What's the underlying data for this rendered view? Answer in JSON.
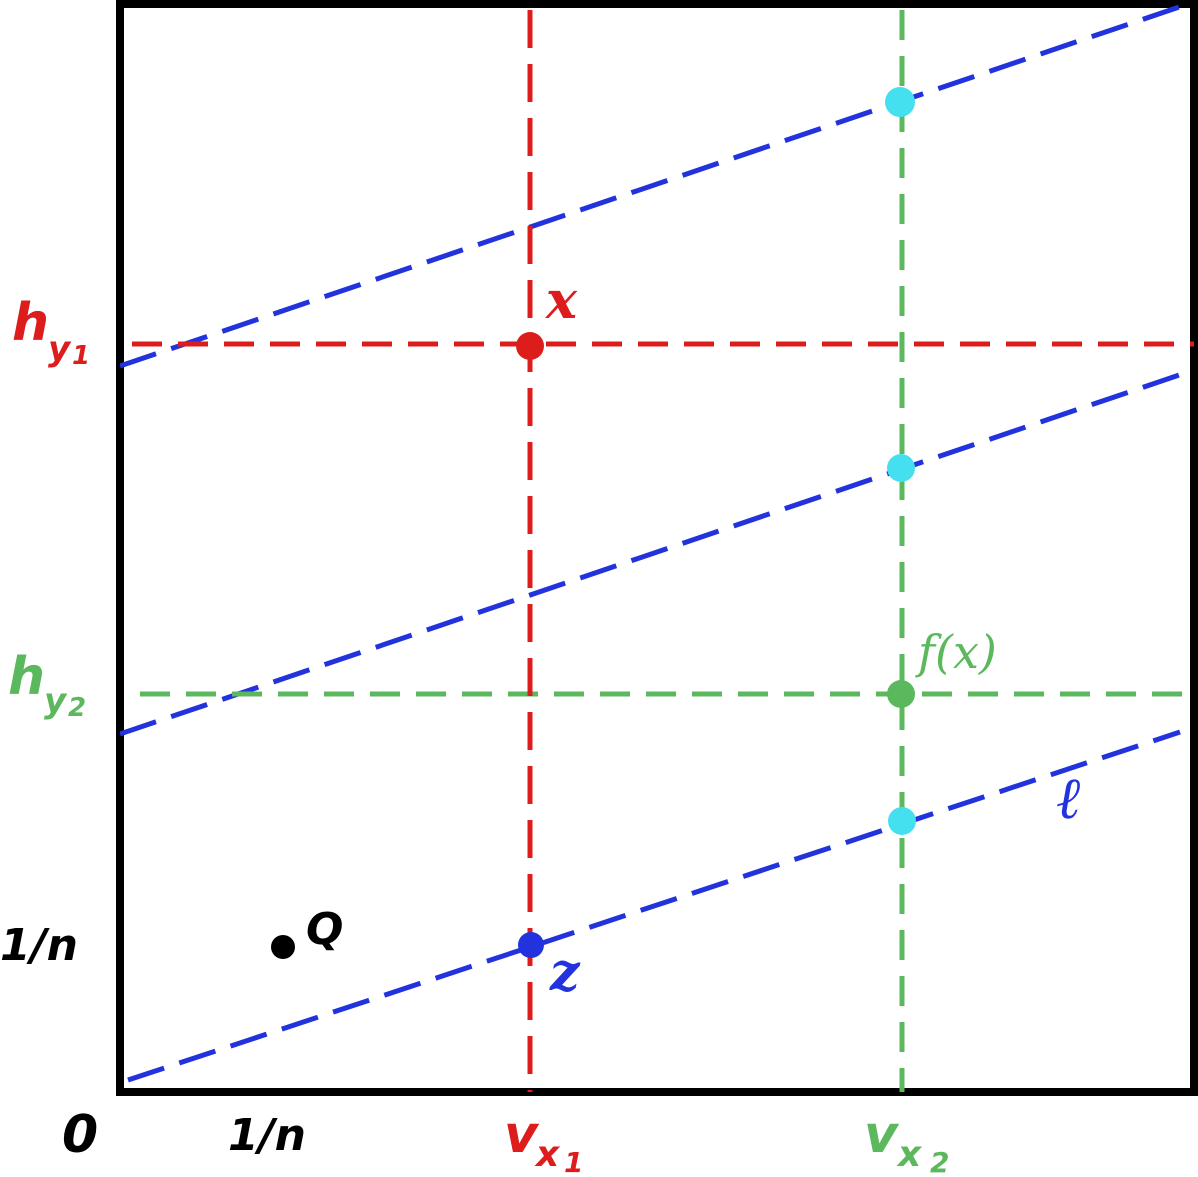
{
  "labels": {
    "origin": "0",
    "x_tick": "1/n",
    "y_tick": "1/n",
    "point_q": "Q",
    "point_x": "x",
    "point_z": "z",
    "point_fx": "f(x)",
    "line_ell": "ℓ",
    "h_y1_main": "h",
    "h_y1_sub": "y",
    "h_y1_subsub": "1",
    "h_y2_main": "h",
    "h_y2_sub": "y",
    "h_y2_subsub": "2",
    "v_x1_main": "v",
    "v_x1_sub": "x",
    "v_x1_subsub": "1",
    "v_x2_main": "v",
    "v_x2_sub": "x",
    "v_x2_subsub": "2"
  },
  "colors": {
    "red": "#dd1c1c",
    "green": "#5cb85c",
    "blue": "#2233dd",
    "cyan": "#44e0f0",
    "black": "#000000"
  }
}
